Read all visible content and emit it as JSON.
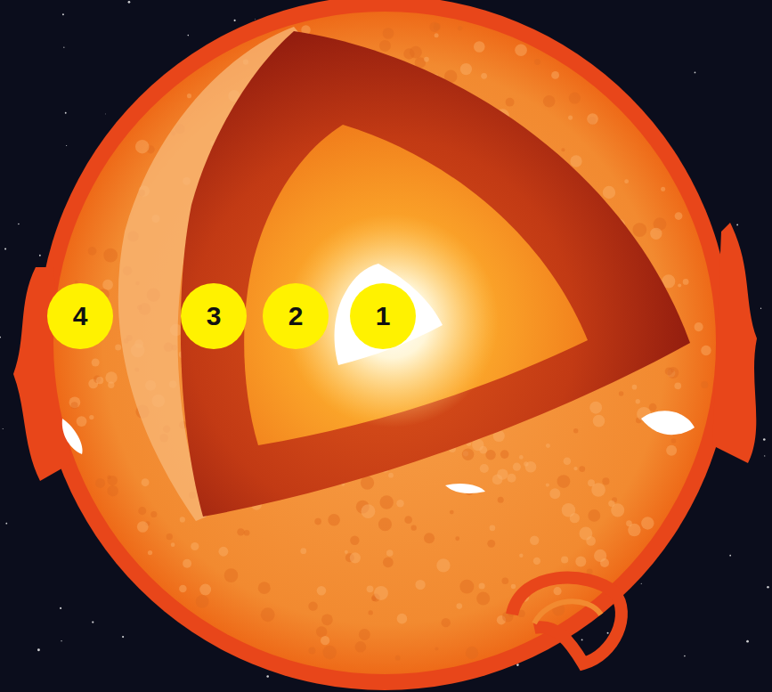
{
  "diagram": {
    "labels": [
      "4",
      "3",
      "2",
      "1"
    ]
  }
}
